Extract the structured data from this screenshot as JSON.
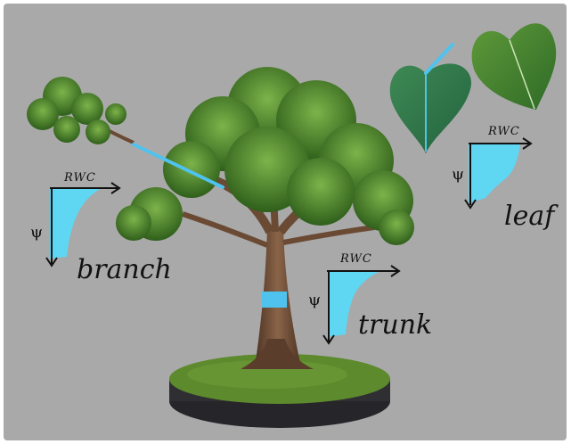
{
  "colors": {
    "background": "#a9a9a9",
    "curve_fill": "#5fd6f2",
    "axis": "#111111",
    "foliage": "#3f7a24",
    "foliage_light": "#6aa63c",
    "trunk": "#6b4a34",
    "trunk_band": "#4fc3ee",
    "grass": "#5c8a2c",
    "soil": "#2b2a2c"
  },
  "icons": [
    "tree-illustration",
    "leaf-icon",
    "branch-illustration",
    "soil-disc"
  ],
  "panels": {
    "branch": {
      "x_axis": "RWC",
      "y_axis": "ψ",
      "label": "branch"
    },
    "trunk": {
      "x_axis": "RWC",
      "y_axis": "ψ",
      "label": "trunk"
    },
    "leaf": {
      "x_axis": "RWC",
      "y_axis": "ψ",
      "label": "leaf"
    }
  }
}
